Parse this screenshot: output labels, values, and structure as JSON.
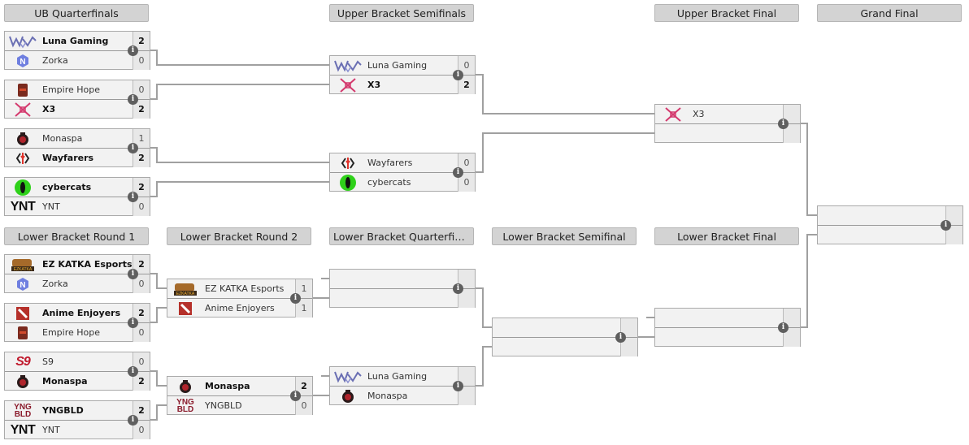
{
  "headers": {
    "ub_quarterfinals": "UB Quarterfinals",
    "ub_semifinals": "Upper Bracket Semifinals",
    "ub_final": "Upper Bracket Final",
    "grand_final": "Grand Final",
    "lb_round1": "Lower Bracket Round 1",
    "lb_round2": "Lower Bracket Round 2",
    "lb_quarterfinal": "Lower Bracket Quarterfin...",
    "lb_semifinal": "Lower Bracket Semifinal",
    "lb_final": "Lower Bracket Final"
  },
  "matches": {
    "ubqf1": {
      "top": {
        "name": "Luna Gaming",
        "score": "2",
        "logo": "luna-gaming-logo",
        "winner": true
      },
      "bot": {
        "name": "Zorka",
        "score": "0",
        "logo": "zorka-logo",
        "winner": false
      }
    },
    "ubqf2": {
      "top": {
        "name": "Empire Hope",
        "score": "0",
        "logo": "empire-hope-logo",
        "winner": false
      },
      "bot": {
        "name": "X3",
        "score": "2",
        "logo": "x3-logo",
        "winner": true
      }
    },
    "ubqf3": {
      "top": {
        "name": "Monaspa",
        "score": "1",
        "logo": "monaspa-logo",
        "winner": false
      },
      "bot": {
        "name": "Wayfarers",
        "score": "2",
        "logo": "wayfarers-logo",
        "winner": true
      }
    },
    "ubqf4": {
      "top": {
        "name": "cybercats",
        "score": "2",
        "logo": "cybercats-logo",
        "winner": true
      },
      "bot": {
        "name": "YNT",
        "score": "0",
        "logo": "ynt-logo",
        "winner": false
      }
    },
    "ubsf1": {
      "top": {
        "name": "Luna Gaming",
        "score": "0",
        "logo": "luna-gaming-logo",
        "winner": false
      },
      "bot": {
        "name": "X3",
        "score": "2",
        "logo": "x3-logo",
        "winner": true
      }
    },
    "ubsf2": {
      "top": {
        "name": "Wayfarers",
        "score": "0",
        "logo": "wayfarers-logo",
        "winner": false
      },
      "bot": {
        "name": "cybercats",
        "score": "0",
        "logo": "cybercats-logo",
        "winner": false
      }
    },
    "ubf": {
      "top": {
        "name": "X3",
        "score": "",
        "logo": "x3-logo",
        "winner": false
      },
      "bot": {
        "name": "",
        "score": "",
        "logo": "",
        "winner": false
      }
    },
    "gf": {
      "top": {
        "name": "",
        "score": "",
        "logo": "",
        "winner": false
      },
      "bot": {
        "name": "",
        "score": "",
        "logo": "",
        "winner": false
      }
    },
    "lbr1_1": {
      "top": {
        "name": "EZ KATKA Esports",
        "score": "2",
        "logo": "ez-katka-logo",
        "winner": true
      },
      "bot": {
        "name": "Zorka",
        "score": "0",
        "logo": "zorka-logo",
        "winner": false
      }
    },
    "lbr1_2": {
      "top": {
        "name": "Anime Enjoyers",
        "score": "2",
        "logo": "dota-logo",
        "winner": true
      },
      "bot": {
        "name": "Empire Hope",
        "score": "0",
        "logo": "empire-hope-logo",
        "winner": false
      }
    },
    "lbr1_3": {
      "top": {
        "name": "S9",
        "score": "0",
        "logo": "s9-logo",
        "winner": false
      },
      "bot": {
        "name": "Monaspa",
        "score": "2",
        "logo": "monaspa-logo",
        "winner": true
      }
    },
    "lbr1_4": {
      "top": {
        "name": "YNGBLD",
        "score": "2",
        "logo": "yngbld-logo",
        "winner": true
      },
      "bot": {
        "name": "YNT",
        "score": "0",
        "logo": "ynt-logo",
        "winner": false
      }
    },
    "lbr2_1": {
      "top": {
        "name": "EZ KATKA Esports",
        "score": "1",
        "logo": "ez-katka-logo",
        "winner": false
      },
      "bot": {
        "name": "Anime Enjoyers",
        "score": "1",
        "logo": "dota-logo",
        "winner": false
      }
    },
    "lbr2_2": {
      "top": {
        "name": "Monaspa",
        "score": "2",
        "logo": "monaspa-logo",
        "winner": true
      },
      "bot": {
        "name": "YNGBLD",
        "score": "0",
        "logo": "yngbld-logo",
        "winner": false
      }
    },
    "lbqf1": {
      "top": {
        "name": "",
        "score": "",
        "logo": "",
        "winner": false
      },
      "bot": {
        "name": "",
        "score": "",
        "logo": "",
        "winner": false
      }
    },
    "lbqf2": {
      "top": {
        "name": "Luna Gaming",
        "score": "",
        "logo": "luna-gaming-logo",
        "winner": false
      },
      "bot": {
        "name": "Monaspa",
        "score": "",
        "logo": "monaspa-logo",
        "winner": false
      }
    },
    "lbsf": {
      "top": {
        "name": "",
        "score": "",
        "logo": "",
        "winner": false
      },
      "bot": {
        "name": "",
        "score": "",
        "logo": "",
        "winner": false
      }
    },
    "lbf": {
      "top": {
        "name": "",
        "score": "",
        "logo": "",
        "winner": false
      },
      "bot": {
        "name": "",
        "score": "",
        "logo": "",
        "winner": false
      }
    }
  },
  "info_icon_glyph": "i"
}
